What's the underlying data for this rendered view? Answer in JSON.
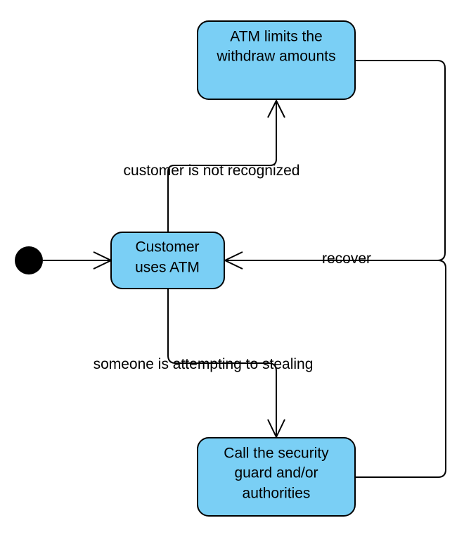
{
  "colors": {
    "state_fill": "#7acff5",
    "state_stroke": "#000000",
    "edge": "#000000",
    "initial": "#000000",
    "background": "#ffffff"
  },
  "states": {
    "customer": {
      "line1": "Customer",
      "line2": "uses ATM"
    },
    "limits": {
      "line1": "ATM limits the",
      "line2": "withdraw amounts"
    },
    "security": {
      "line1": "Call the security",
      "line2": "guard and/or",
      "line3": "authorities"
    }
  },
  "transitions": {
    "not_recognized": "customer is not recognized",
    "stealing": "someone is attempting to stealing",
    "recover": "recover"
  }
}
